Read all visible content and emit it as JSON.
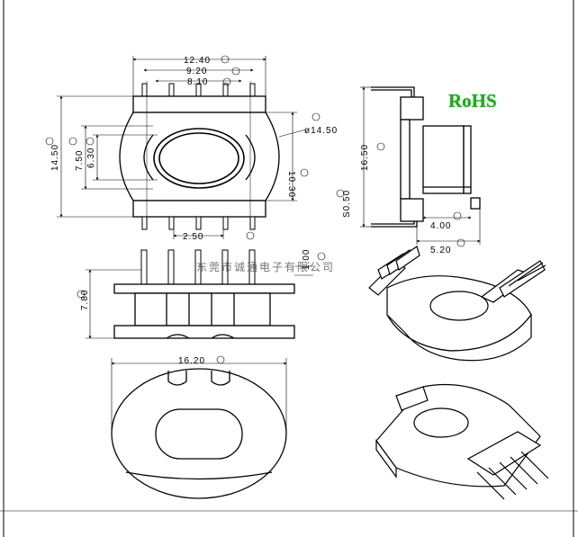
{
  "badge": {
    "text": "RoHS",
    "color": "#22aa22"
  },
  "watermark": "东莞市诚通电子有限公司",
  "dimensions": {
    "top_width_outer": "12.40",
    "top_width_mid": "9.20",
    "top_width_inner": "8.10",
    "height_outer": "14.50",
    "height_mid": "7.50",
    "height_inner": "6.30",
    "pin_spacing": "2.50",
    "core_diameter": "ø14.50",
    "side_height": "10.30",
    "side_total": "16.50",
    "side_pin": "S0.50",
    "side_depth": "4.00",
    "side_width": "5.20",
    "front_height": "7.80",
    "pin_thickness": "1.00",
    "base_width": "16.20"
  }
}
